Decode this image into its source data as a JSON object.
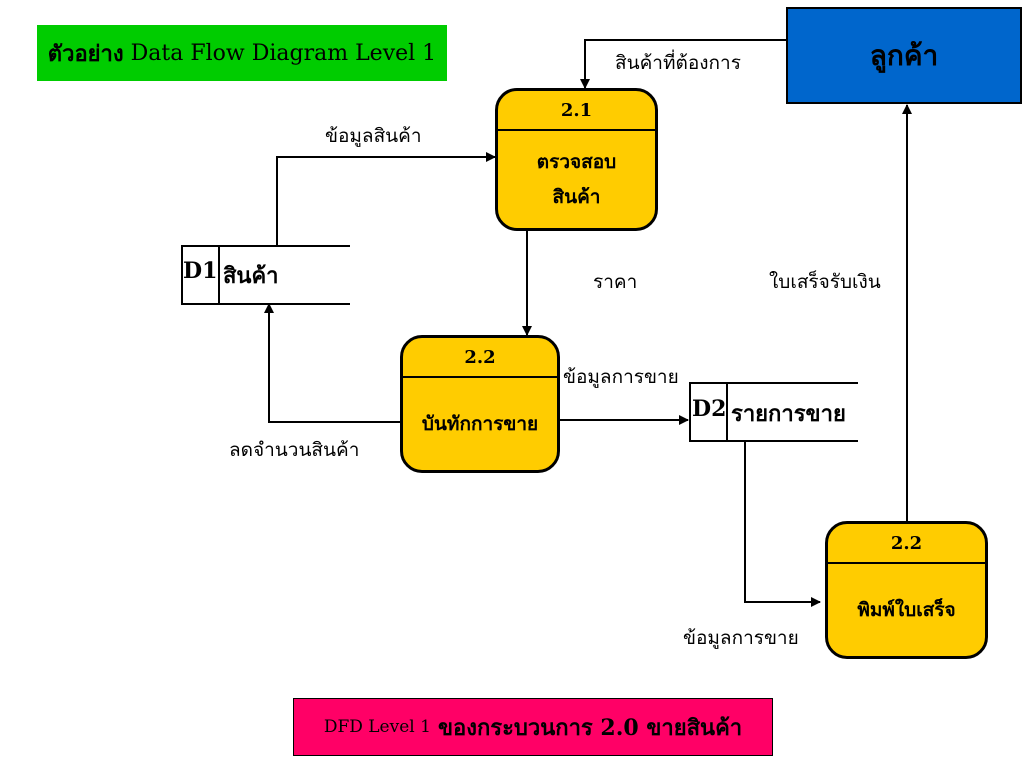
{
  "title": {
    "bold": "ตัวอย่าง",
    "text": "Data Flow Diagram Level 1"
  },
  "entity": {
    "name": "ลูกค้า"
  },
  "processes": [
    {
      "id": "2.1",
      "line1": "ตรวจสอบ",
      "line2": "สินค้า"
    },
    {
      "id": "2.2",
      "name": "บันทักการขาย"
    },
    {
      "id": "2.2",
      "name": "พิมพ์ใบเสร็จ"
    }
  ],
  "stores": [
    {
      "id": "D1",
      "name": "สินค้า"
    },
    {
      "id": "D2",
      "name": "รายการขาย"
    }
  ],
  "flows": {
    "wanted_product": "สินค้าที่ต้องการ",
    "product_info": "ข้อมูลสินค้า",
    "price": "ราคา",
    "receipt": "ใบเสร็จรับเงิน",
    "sales_info_1": "ข้อมูลการขาย",
    "reduce_stock": "ลดจำนวนสินค้า",
    "sales_info_2": "ข้อมูลการขาย"
  },
  "footer": {
    "small": "DFD Level 1",
    "bold": "ของกระบวนการ 2.0 ขายสินค้า"
  },
  "colors": {
    "title_bg": "#00cc00",
    "entity_bg": "#0066cc",
    "process_bg": "#ffcc00",
    "footer_bg": "#ff0066"
  }
}
